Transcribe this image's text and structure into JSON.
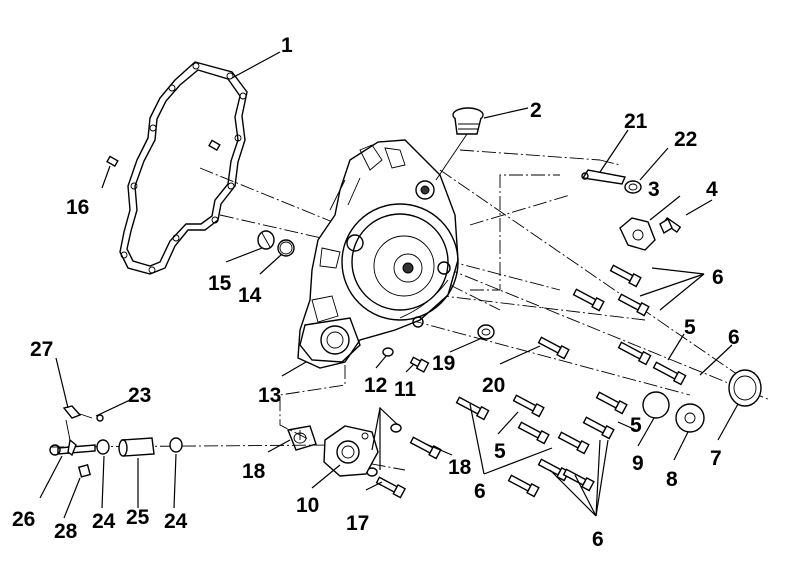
{
  "diagram": {
    "callouts": [
      "1",
      "2",
      "3",
      "4",
      "5",
      "5",
      "5",
      "6",
      "6",
      "6",
      "6",
      "6",
      "7",
      "8",
      "9",
      "10",
      "11",
      "12",
      "13",
      "14",
      "15",
      "16",
      "17",
      "18",
      "18",
      "19",
      "20",
      "21",
      "22",
      "23",
      "24",
      "24",
      "25",
      "26",
      "27",
      "28"
    ]
  },
  "colors": {
    "ink": "#000000",
    "paper": "#ffffff"
  }
}
